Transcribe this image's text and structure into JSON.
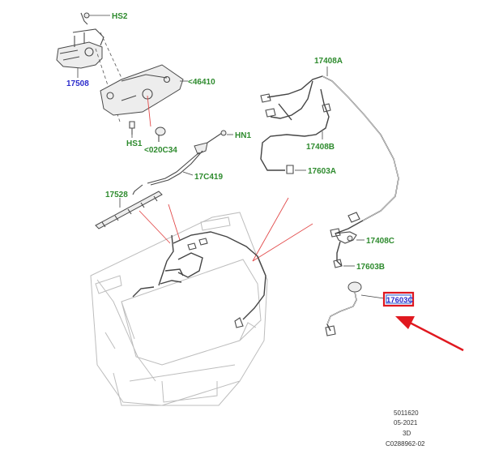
{
  "callouts": {
    "hs2": "HS2",
    "p17508": "17508",
    "p46410": "<46410",
    "hs1": "HS1",
    "p020c34": "<020C34",
    "hn1": "HN1",
    "p17c419": "17C419",
    "p17528": "17528",
    "p17408a": "17408A",
    "p17408b": "17408B",
    "p17603a": "17603A",
    "p17408c": "17408C",
    "p17603b": "17603B",
    "p17603c": "17603C"
  },
  "meta": {
    "line1": "5011620",
    "line2": "05-2021",
    "line3": "3D",
    "line4": "C0288962-02"
  },
  "colors": {
    "label_green": "#2e8b2e",
    "label_blue": "#2b2bcc",
    "highlight_red": "#e0181f"
  }
}
